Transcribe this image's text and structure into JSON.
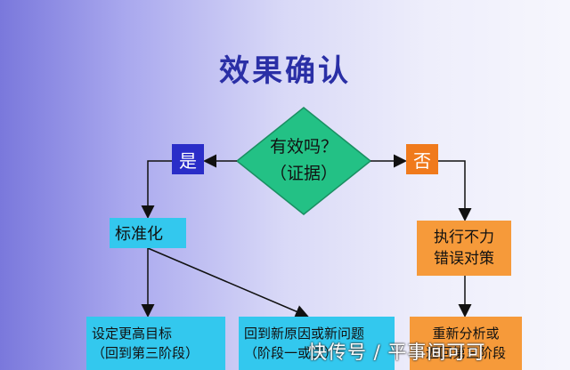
{
  "title": "效果确认",
  "decision": {
    "line1": "有效吗？",
    "line2": "（证据）"
  },
  "yes_label": "是",
  "no_label": "否",
  "standardize": "标准化",
  "execution": {
    "line1": "执行不力",
    "line2": "错误对策"
  },
  "bottom_boxes": [
    {
      "line1": "设定更高目标",
      "line2": "（回到第三阶段）"
    },
    {
      "line1": "回到新原因或新问题",
      "line2": "（阶段一或二）"
    },
    {
      "line1": "重新分析或",
      "line2": "返回第三阶段"
    }
  ],
  "watermark": "快传号 / 平事间可可",
  "colors": {
    "title": "#2a2fa6",
    "diamond": "#23c185",
    "yes": "#2a2dc8",
    "no": "#f07a1c",
    "cyan_box": "#33c8ee",
    "orange_box": "#f69a3a"
  }
}
